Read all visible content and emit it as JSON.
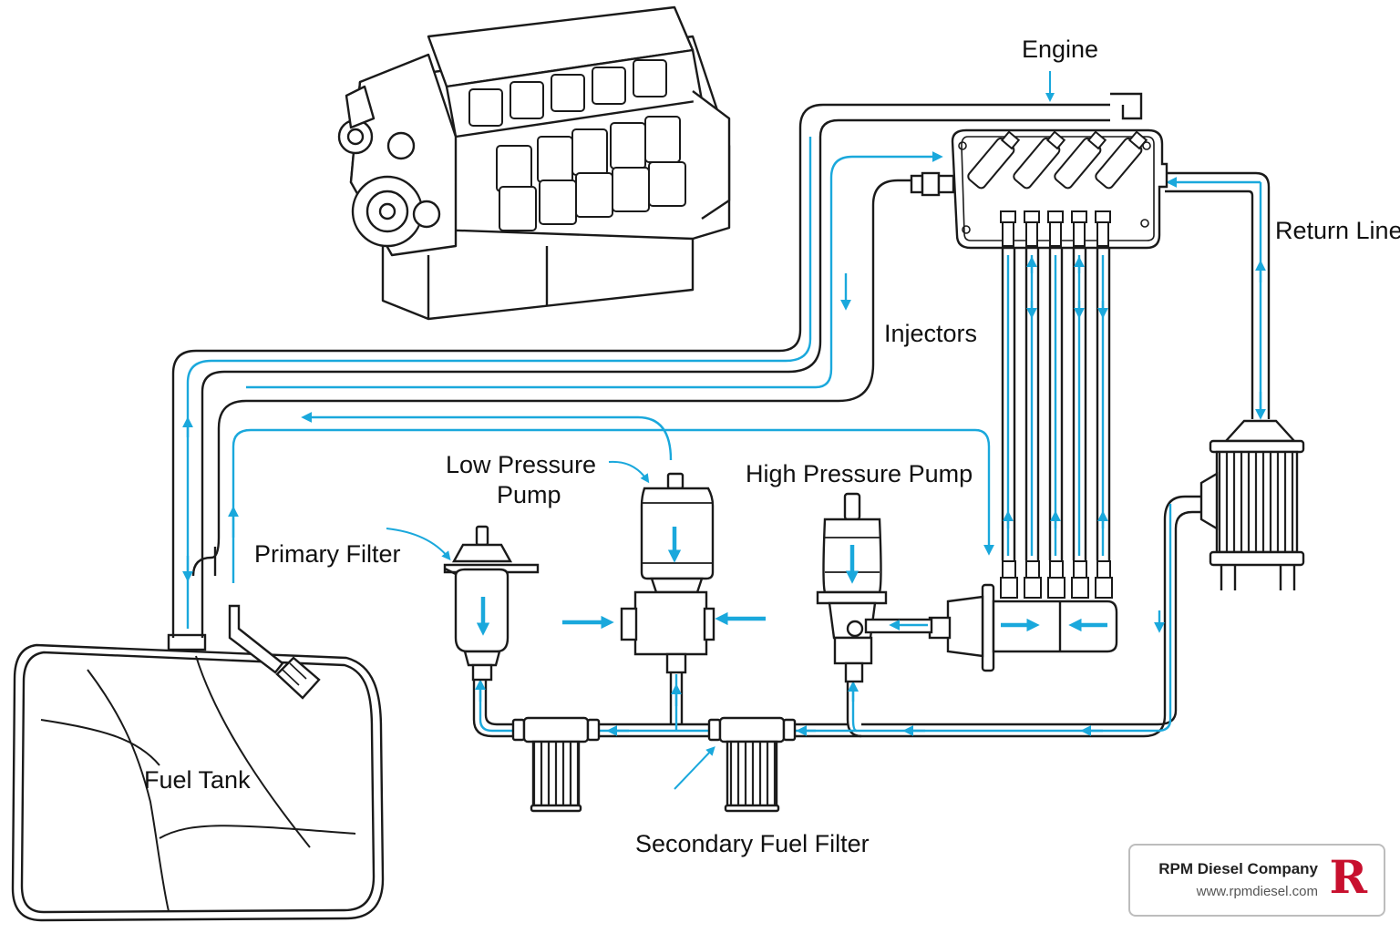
{
  "labels": {
    "engine": "Engine",
    "return_line": "Return Line",
    "injectors": "Injectors",
    "low_pressure_pump_line1": "Low Pressure",
    "low_pressure_pump_line2": "Pump",
    "high_pressure_pump": "High Pressure Pump",
    "primary_filter": "Primary Filter",
    "fuel_tank": "Fuel Tank",
    "secondary_fuel_filter": "Secondary Fuel Filter"
  },
  "brand": {
    "company": "RPM Diesel Company",
    "url": "www.rpmdiesel.com",
    "logo_letter": "R"
  },
  "colors": {
    "flow": "#1aa8dc",
    "line": "#1a1a1a",
    "brand_red": "#c8102e"
  }
}
